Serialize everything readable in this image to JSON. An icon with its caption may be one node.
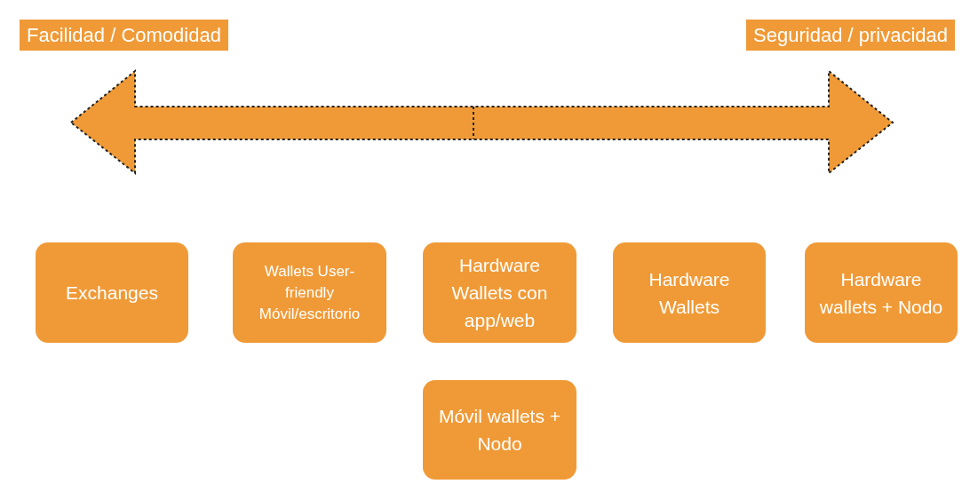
{
  "diagram": {
    "nodes": [
      {
        "text": [
          "Exchanges"
        ]
      },
      {
        "text": [
          "Wallets User-friendly Móvil/escritorio"
        ]
      },
      {
        "text": [
          "Hardware Wallets con app/web"
        ]
      },
      {
        "text": [
          "Hardware Wallets"
        ]
      },
      {
        "text": [
          "Hardware wallets + Nodo"
        ]
      },
      {
        "text": [
          "Móvil wallets + Nodo"
        ]
      }
    ],
    "labels": [
      "Facilidad / Comodidad",
      "Seguridad / privacidad"
    ]
  }
}
